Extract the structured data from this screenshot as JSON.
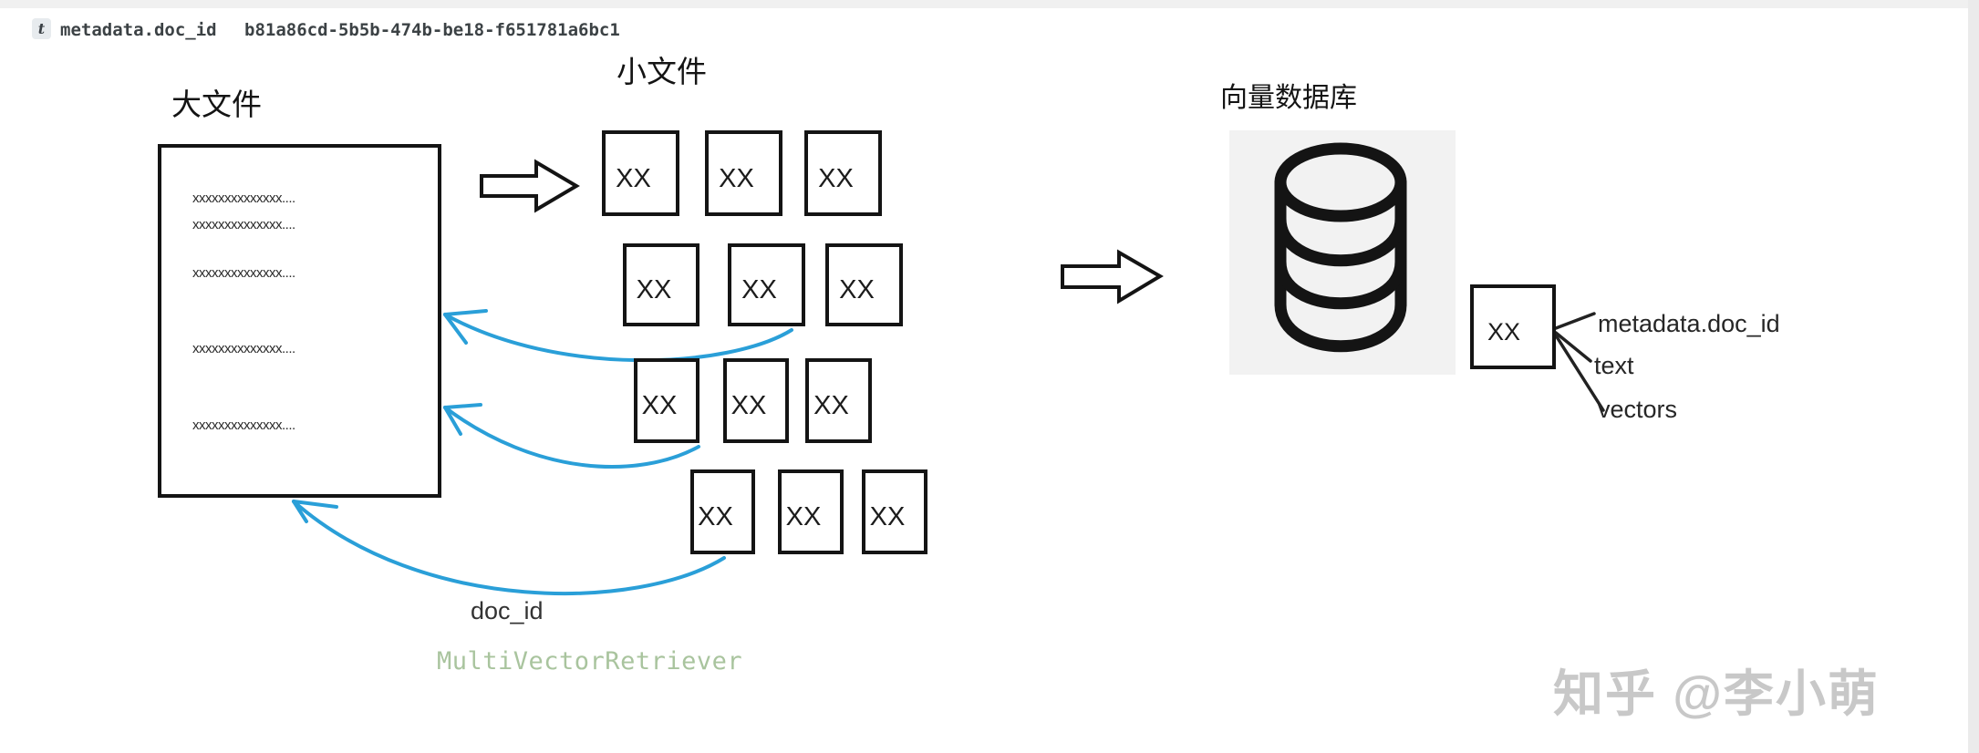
{
  "header": {
    "badge": "t",
    "field_name": "metadata.doc_id",
    "field_value": "b81a86cd-5b5b-474b-be18-f651781a6bc1"
  },
  "sections": {
    "big_file": {
      "title": "大文件",
      "lines": [
        "xxxxxxxxxxxxxx....",
        "xxxxxxxxxxxxxx....",
        "xxxxxxxxxxxxxx....",
        "xxxxxxxxxxxxxx....",
        "xxxxxxxxxxxxxx...."
      ]
    },
    "small_files": {
      "title": "小文件",
      "chunk_label": "XX",
      "chunk_count": 12
    },
    "vector_db": {
      "title": "向量数据库"
    },
    "record": {
      "label": "XX",
      "fields": [
        "metadata.doc_id",
        "text",
        "vectors"
      ]
    }
  },
  "annotations": {
    "doc_id": "doc_id",
    "retriever": "MultiVectorRetriever"
  },
  "watermark": "知乎 @李小萌",
  "colors": {
    "arrow_blue": "#2a9fd8",
    "code_green": "#a9c49e",
    "watermark_gray": "#c8c8c8",
    "stroke_black": "#141414",
    "db_panel_gray": "#f2f2f2"
  }
}
